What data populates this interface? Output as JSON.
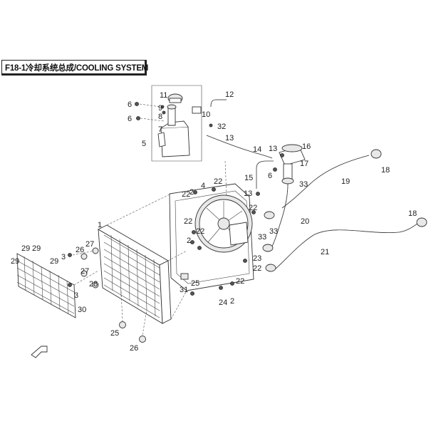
{
  "header": {
    "title": "F18-1冷却系统总成/COOLING SYSTEM"
  },
  "callouts": [
    {
      "id": "c1",
      "label": "1"
    },
    {
      "id": "c2a",
      "label": "2"
    },
    {
      "id": "c2b",
      "label": "2"
    },
    {
      "id": "c2c",
      "label": "2"
    },
    {
      "id": "c3a",
      "label": "3"
    },
    {
      "id": "c3b",
      "label": "3"
    },
    {
      "id": "c4",
      "label": "4"
    },
    {
      "id": "c5",
      "label": "5"
    },
    {
      "id": "c6a",
      "label": "6"
    },
    {
      "id": "c6b",
      "label": "6"
    },
    {
      "id": "c6c",
      "label": "6"
    },
    {
      "id": "c7",
      "label": "7"
    },
    {
      "id": "c8",
      "label": "8"
    },
    {
      "id": "c9",
      "label": "9"
    },
    {
      "id": "c10",
      "label": "10"
    },
    {
      "id": "c11",
      "label": "11"
    },
    {
      "id": "c12",
      "label": "12"
    },
    {
      "id": "c13a",
      "label": "13"
    },
    {
      "id": "c13b",
      "label": "13"
    },
    {
      "id": "c13c",
      "label": "13"
    },
    {
      "id": "c14",
      "label": "14"
    },
    {
      "id": "c15",
      "label": "15"
    },
    {
      "id": "c16",
      "label": "16"
    },
    {
      "id": "c17",
      "label": "17"
    },
    {
      "id": "c18a",
      "label": "18"
    },
    {
      "id": "c18b",
      "label": "18"
    },
    {
      "id": "c19",
      "label": "19"
    },
    {
      "id": "c20",
      "label": "20"
    },
    {
      "id": "c21",
      "label": "21"
    },
    {
      "id": "c22a",
      "label": "22"
    },
    {
      "id": "c22b",
      "label": "22"
    },
    {
      "id": "c22c",
      "label": "22"
    },
    {
      "id": "c22d",
      "label": "22"
    },
    {
      "id": "c22e",
      "label": "22"
    },
    {
      "id": "c22f",
      "label": "22"
    },
    {
      "id": "c22g",
      "label": "22"
    },
    {
      "id": "c23",
      "label": "23"
    },
    {
      "id": "c24",
      "label": "24"
    },
    {
      "id": "c25a",
      "label": "25"
    },
    {
      "id": "c25b",
      "label": "25"
    },
    {
      "id": "c26a",
      "label": "26"
    },
    {
      "id": "c26b",
      "label": "26"
    },
    {
      "id": "c27a",
      "label": "27"
    },
    {
      "id": "c27b",
      "label": "27"
    },
    {
      "id": "c28",
      "label": "28"
    },
    {
      "id": "c29a",
      "label": "29"
    },
    {
      "id": "c29b",
      "label": "29"
    },
    {
      "id": "c29c",
      "label": "29"
    },
    {
      "id": "c29d",
      "label": "29"
    },
    {
      "id": "c30",
      "label": "30"
    },
    {
      "id": "c31",
      "label": "31"
    },
    {
      "id": "c32",
      "label": "32"
    },
    {
      "id": "c33a",
      "label": "33"
    },
    {
      "id": "c33b",
      "label": "33"
    },
    {
      "id": "c33c",
      "label": "33"
    }
  ]
}
